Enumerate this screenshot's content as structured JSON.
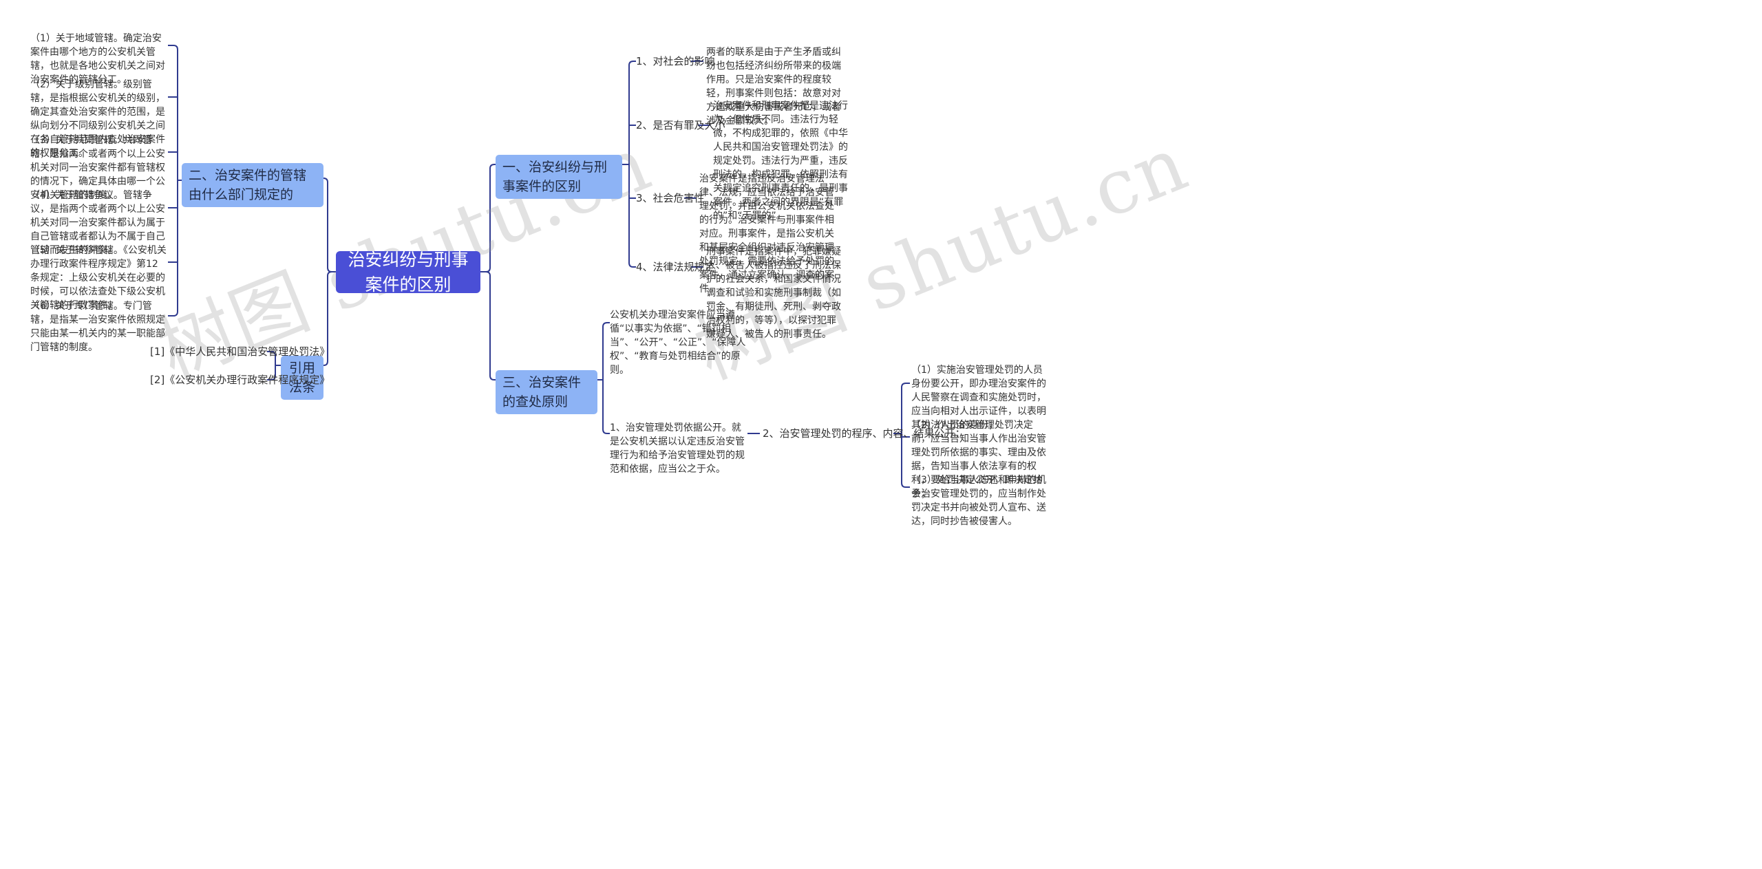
{
  "watermarks": [
    "树图 shutu.cn",
    "树图 shutu.cn"
  ],
  "colors": {
    "root": "#4a4fd6",
    "branch": "#8db3f5",
    "line": "#2f3a8f"
  },
  "root": {
    "text": "治安纠纷与刑事案件的区别"
  },
  "left": {
    "jurisdiction": {
      "title": "二、治安案件的管辖由什么部门规定的",
      "items": [
        "（1）关于地域管辖。确定治安案件由哪个地方的公安机关管辖，也就是各地公安机关之间对治安案件的管辖分工。",
        "（2）关于级别管辖。级别管辖，是指根据公安机关的级别，确定其查处治安案件的范围，是纵向划分不同级别公安机关之间在各自管辖范围内查处治安案件的权限分工。",
        "（3）关于共同管辖。共同管辖，是指两个或者两个以上公安机关对同一治安案件都有管辖权的情况下，确定具体由哪一个公安机关管辖的制度。",
        "（4）关于管辖争议。管辖争议，是指两个或者两个以上公安机关对同一治安案件都认为属于自己管辖或者都认为不属于自己管辖而发生的冲突。",
        "（5）关于转移管辖。《公安机关办理行政案件程序规定》第12条规定：上级公安机关在必要的时候，可以依法查处下级公安机关管辖的行政案件。",
        "（6）关于专门管辖。专门管辖，是指某一治安案件依照规定只能由某一机关内的某一职能部门管辖的制度。"
      ]
    },
    "citations": {
      "title": "引用法条",
      "items": [
        "[1]《中华人民共和国治安管理处罚法》",
        "[2]《公安机关办理行政案件程序规定》"
      ]
    }
  },
  "right": {
    "difference": {
      "title": "一、治安纠纷与刑事案件的区别",
      "items": [
        {
          "label": "1、对社会的影响",
          "text": "两者的联系是由于产生矛盾或纠纷也包括经济纠纷所带来的极端作用。只是治安案件的程度较轻，刑事案件则包括：故意对对方造成重大伤害或者死亡，或者涉及金额较大。"
        },
        {
          "label": "2、是否有罪及大小",
          "text": "治安案件和刑事案件都是违法行为，但性质不同。违法行为轻微，不构成犯罪的，依照《中华人民共和国治安管理处罚法》的规定处罚。违法行为严重，违反刑法的，构成犯罪，依照刑法有关规定追究刑事责任的，是刑事案件。两者之间的界限是“有罪的”和“无罪的”。"
        },
        {
          "label": "3、社会危害性",
          "text": "治安案件是指违反治安管理法律、法规，应当依法给予治安管理处罚，并由公安机关依法查处的行为。治安案件与刑事案件相对应。刑事案件，是指公安机关和基层安全组织对违反治安管理处罚规定，需要依法给予处罚的案件，通过立案确认、调查的案件。"
        },
        {
          "label": "4、法律法规规定",
          "text": "刑事案件是指案件中，犯罪嫌疑人、被告人被指控违反了刑法保护的社会关系，和国家文件情况调查和试验和实施刑事制裁（如罚金、有期徒刑、死刑、剥夺政治权利的，等等），以探讨犯罪嫌疑人、被告人的刑事责任。"
        }
      ]
    },
    "principles": {
      "title": "三、治安案件的查处原则",
      "principle_text": "公安机关办理治安案件应当遵循“以事实为依据”、“错罚相当”、“公开”、“公正”、“保障人权”、“教育与处罚相结合”的原则。",
      "basis_text": "1、治安管理处罚依据公开。就是公安机关据以认定违反治安管理行为和给予治安管理处罚的规范和依据，应当公之于众。",
      "procedure": {
        "label": "2、治安管理处罚的程序、内容、结果公开：",
        "items": [
          "（1）实施治安管理处罚的人员身份要公开，即办理治安案件的人民警察在调查和实施处罚时，应当向相对人出示证件，以表明其执法人员的身份；",
          "（2）作出治安管理处罚决定前，应当告知当事人作出治安管理处罚所依据的事实、理由及依据，告知当事人依法享有的权利，要给当事人陈述和申辩的机会；",
          "（3）处罚决定公开，即决定给予治安管理处罚的，应当制作处罚决定书并向被处罚人宣布、送达，同时抄告被侵害人。"
        ]
      }
    }
  }
}
